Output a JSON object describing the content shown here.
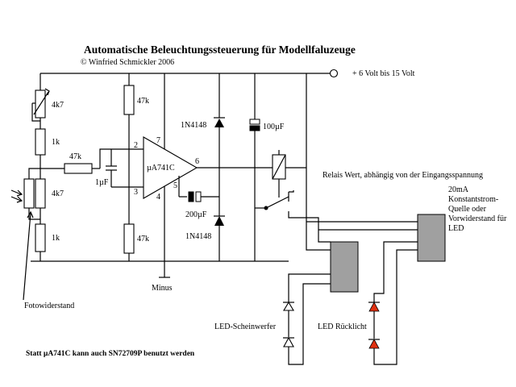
{
  "title": "Automatische Beleuchtungssteuerung für Modellfaluzeuge",
  "copyright": "© Winfried Schmickler 2006",
  "supply": "+ 6 Volt bis 15 Volt",
  "ground": "Minus",
  "components": {
    "pot": "4k7",
    "r1": "1k",
    "r_in": "47k",
    "r_ldr_side": "4k7",
    "r2": "1k",
    "r_top": "47k",
    "r_bot": "47k",
    "cap_1u": "1µF",
    "opamp": "µA741C",
    "pin2": "2",
    "pin3": "3",
    "pin7": "7",
    "pin4": "4",
    "pin6": "6",
    "pin5": "5",
    "diode_top": "1N4148",
    "diode_bot": "1N4148",
    "cap_100u": "100µF",
    "cap_200u": "200µF"
  },
  "labels": {
    "relay": "Relais Wert, abhängig von der Eingangsspannung",
    "const_line1": "20mA",
    "const_line2": "Konstantstrom-",
    "const_line3": "Quelle oder",
    "const_line4": "Vorwiderstand für",
    "const_line5": "LED",
    "ldr": "Fotowiderstand",
    "led_front": "LED-Scheinwerfer",
    "led_rear": "LED Rücklicht",
    "note": "Statt µA741C kann auch SN72709P benutzt werden"
  },
  "colors": {
    "box": "#a0a0a0",
    "led_red": "#e03010"
  }
}
